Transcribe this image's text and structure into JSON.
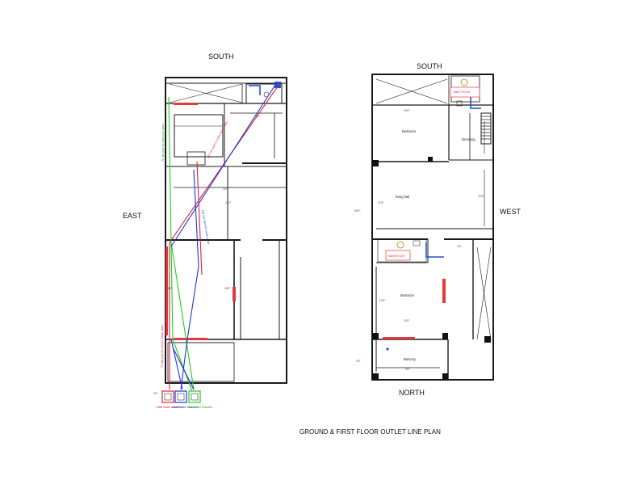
{
  "sheet_title": "GROUND & FIRST FLOOR OUTLET LINE PLAN",
  "ground_floor": {
    "compass_top": "SOUTH",
    "compass_left": "EAST",
    "dims": [
      "3'0\"",
      "10'0\"",
      "12'0\"",
      "12'0\"",
      "18'0\"",
      "18'0\""
    ],
    "pipe_labels": {
      "green": "75 mm pipe for bathroom water",
      "red": "110 mm pipe for toilet waste water",
      "blue": "110 mm pipe for waste water",
      "green_lower": "75 mm pipe for kitchen waste water"
    },
    "chambers": {
      "red": "toilet waste chamber",
      "blue": "waste water chamber",
      "green": "Rain water chamber"
    }
  },
  "first_floor": {
    "compass_top": "SOUTH",
    "compass_right": "WEST",
    "compass_bottom": "NORTH",
    "rooms": {
      "bedroom_top": "Bedroom",
      "dressing": "Dressing",
      "living": "living hall",
      "bedroom_bottom": "Bedroom",
      "balcony": "Balcony"
    },
    "toilet_labels": {
      "top": "Toilet 7'3\"x4'6\"",
      "bottom": "Toilet 6'0\"x4'6\""
    },
    "dims": [
      "10'0\"",
      "30'6\"",
      "12'4\"",
      "12'4\"",
      "13'0\"",
      "10'0\"",
      "4'3\"",
      "3'9\"",
      "4'9\""
    ]
  },
  "colors": {
    "wall": "#1a1a1a",
    "green_pipe": "#22cc22",
    "red_pipe": "#e0223a",
    "blue_pipe": "#2233dd",
    "door_blue": "#1f4fd8",
    "window_red": "#e23a3a"
  }
}
